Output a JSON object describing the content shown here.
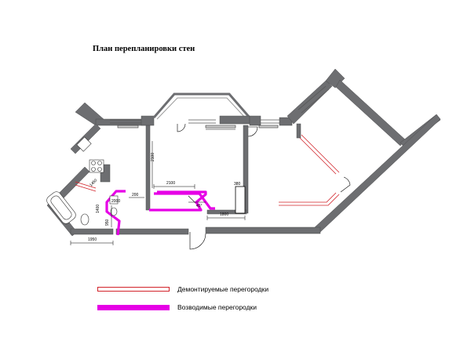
{
  "title": "План перепланировки стен",
  "dimensions": {
    "d2100_top": "2100",
    "d2100_vertical": "2100",
    "d380": "380",
    "d1800": "1800",
    "d45": "45°",
    "d200": "200",
    "d2000": "2000",
    "d1950": "1950",
    "d950": "950",
    "d1400": "1400",
    "d1450": "1450"
  },
  "legend": {
    "demolished": {
      "label": "Демонтируемые перегородки",
      "color": "#d2232a"
    },
    "built": {
      "label": "Возводимые перегородки",
      "color": "#e600e6"
    }
  }
}
